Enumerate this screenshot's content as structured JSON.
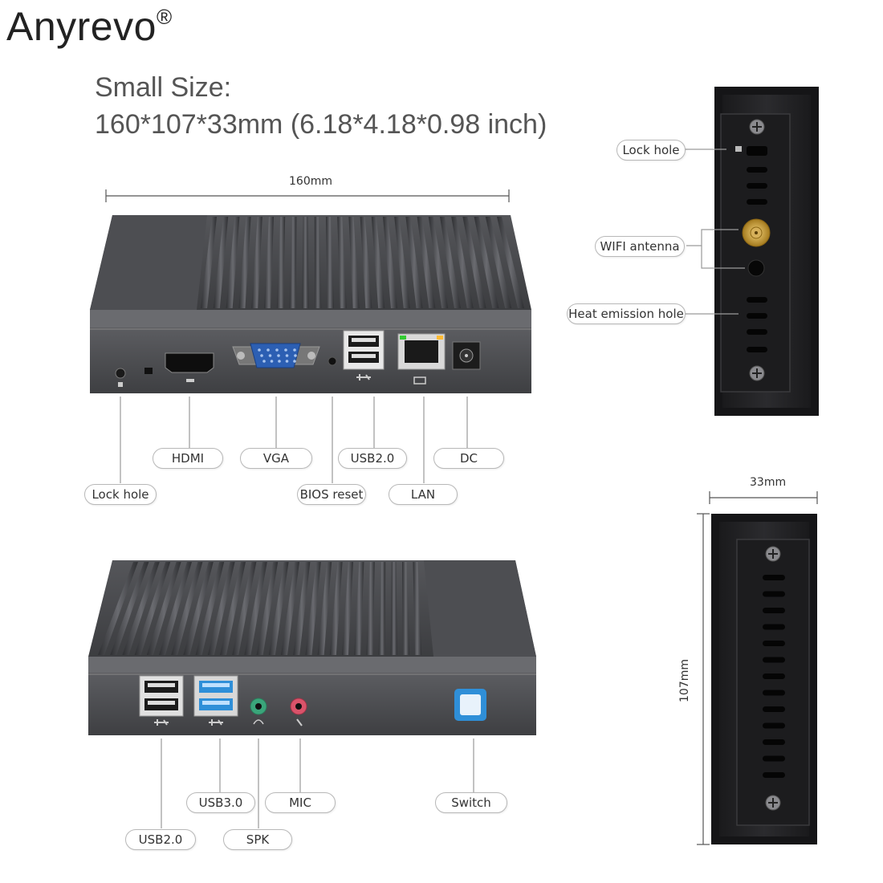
{
  "brand": {
    "name": "Anyrevo",
    "mark": "®"
  },
  "heading": {
    "line1": "Small Size:",
    "line2": "160*107*33mm (6.18*4.18*0.98 inch)"
  },
  "dimensions": {
    "width": "160mm",
    "depth": "107mm",
    "height": "33mm"
  },
  "front_labels": {
    "lock_hole": "Lock hole",
    "hdmi": "HDMI",
    "vga": "VGA",
    "bios_reset": "BIOS reset",
    "usb2": "USB2.0",
    "lan": "LAN",
    "dc": "DC"
  },
  "back_labels": {
    "usb2": "USB2.0",
    "usb3": "USB3.0",
    "spk": "SPK",
    "mic": "MIC",
    "switch": "Switch"
  },
  "side_labels": {
    "lock_hole": "Lock hole",
    "wifi_antenna": "WIFI antenna",
    "heat_emission_hole": "Heat emission hole"
  },
  "colors": {
    "chassis": "#4a4b4e",
    "usb3_blue": "#2f8fd8",
    "vga_blue": "#2c5fb3",
    "spk_green": "#3aa57a",
    "mic_pink": "#d9536a",
    "antenna_gold": "#c9a23a"
  }
}
